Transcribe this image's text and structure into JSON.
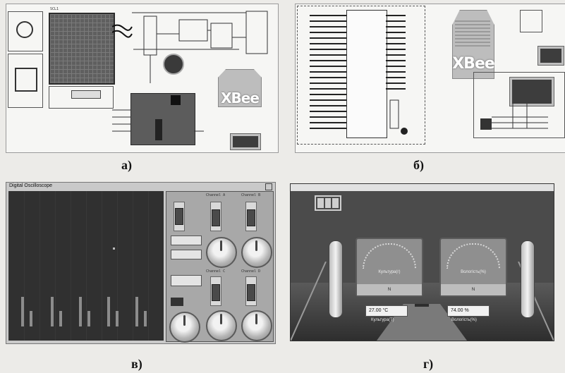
{
  "captions": {
    "a": "а)",
    "b": "б)",
    "c": "в)",
    "d": "г)"
  },
  "panel_a": {
    "lcd_label": "SCL1",
    "xbee_text": "XBee"
  },
  "panel_b": {
    "xbee_text": "XBee"
  },
  "panel_c": {
    "window_title": "Digital Oscilloscope",
    "channel_a": "Channel A",
    "channel_b": "Channel B",
    "channel_c": "Channel C",
    "channel_d": "Channel D"
  },
  "panel_d": {
    "gauge_left_label": "Культура(г)",
    "gauge_right_label": "Вологість(%)",
    "gauge_left_foot": "N",
    "gauge_right_foot": "N",
    "readout_left": "27.00 °C",
    "readout_right": "74.00 %",
    "floor_left": "Культура(Т)",
    "floor_right": "Вологість(%)"
  },
  "colors": {
    "page_background": "#ecebe8",
    "scope_screen": "#303030",
    "dashboard_background": "#4b4b4b"
  }
}
